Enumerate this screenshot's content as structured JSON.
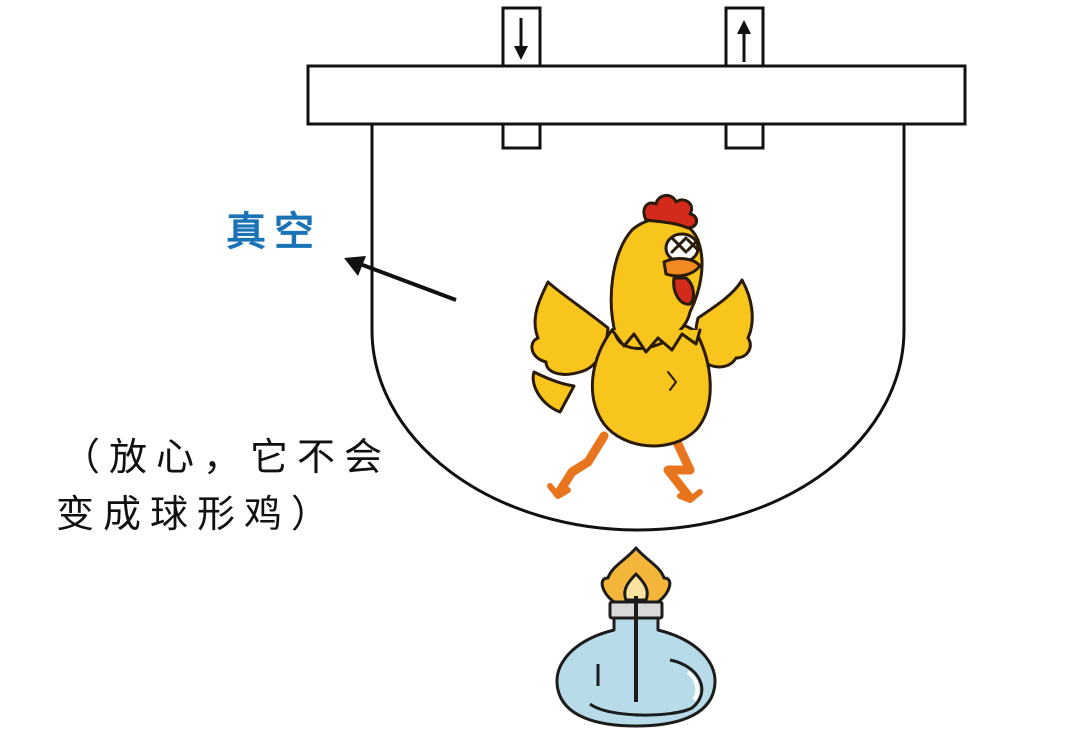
{
  "labels": {
    "vacuum": "真空",
    "note_line_1": "（放心，它不会",
    "note_line_2": "变成球形鸡）"
  },
  "icons": {
    "inlet_arrow": "arrow-down-icon",
    "outlet_arrow": "arrow-up-icon",
    "pointer": "pointer-arrow",
    "subject": "dizzy-chicken-illustration",
    "heater": "alcohol-lamp-icon"
  },
  "colors": {
    "vacuum_label": "#1a73b5",
    "outline": "#111111",
    "chicken_body": "#f7c51c",
    "chicken_shade": "#e9a514",
    "comb": "#d42a1c",
    "beak": "#f18a21",
    "flame": "#f4b63a",
    "lamp_glass": "#b7dbe8"
  }
}
